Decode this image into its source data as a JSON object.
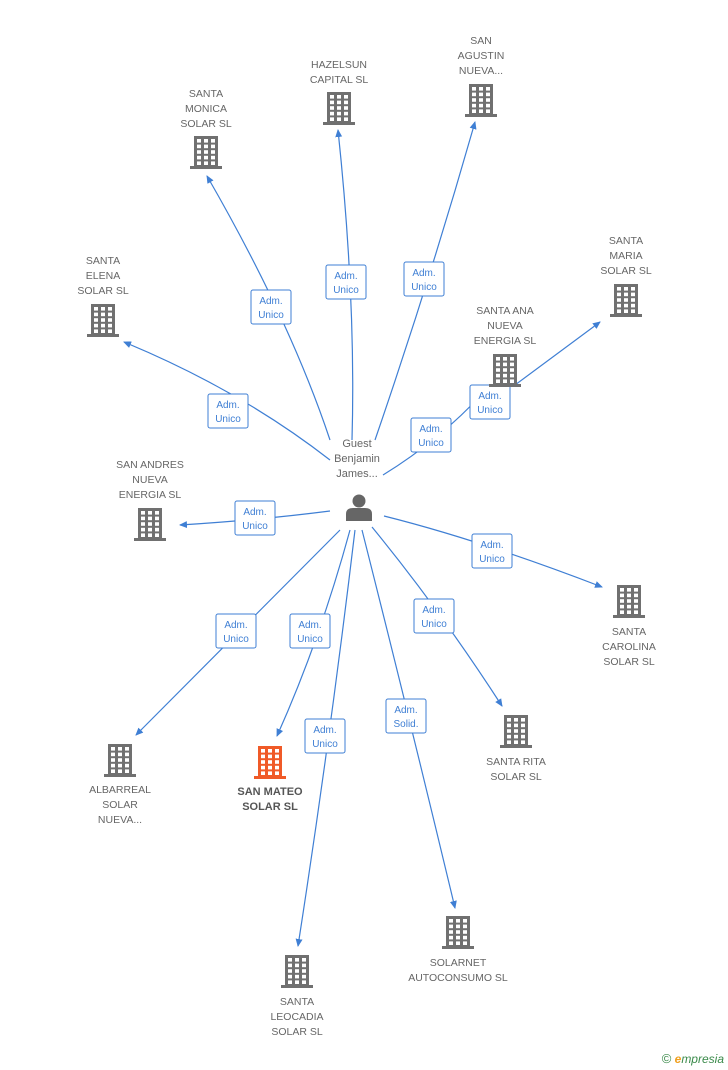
{
  "center": {
    "name_lines": [
      "Guest",
      "Benjamin",
      "James..."
    ],
    "icon": "person-icon"
  },
  "colors": {
    "edge": "#3f7fd4",
    "building": "#707070",
    "focus_building": "#f05a28",
    "label": "#666666"
  },
  "nodes": [
    {
      "id": "hazelsun",
      "lines": [
        "HAZELSUN",
        "CAPITAL SL"
      ],
      "focus": false,
      "relation": [
        "Adm.",
        "Unico"
      ]
    },
    {
      "id": "san-agustin",
      "lines": [
        "SAN",
        "AGUSTIN",
        "NUEVA..."
      ],
      "focus": false,
      "relation": [
        "Adm.",
        "Unico"
      ]
    },
    {
      "id": "santa-monica",
      "lines": [
        "SANTA",
        "MONICA",
        "SOLAR SL"
      ],
      "focus": false,
      "relation": [
        "Adm.",
        "Unico"
      ]
    },
    {
      "id": "santa-maria",
      "lines": [
        "SANTA",
        "MARIA",
        "SOLAR SL"
      ],
      "focus": false,
      "relation": [
        "Adm.",
        "Unico"
      ]
    },
    {
      "id": "santa-elena",
      "lines": [
        "SANTA",
        "ELENA",
        "SOLAR SL"
      ],
      "focus": false,
      "relation": [
        "Adm.",
        "Unico"
      ]
    },
    {
      "id": "santa-ana",
      "lines": [
        "SANTA ANA",
        "NUEVA",
        "ENERGIA SL"
      ],
      "focus": false,
      "relation": [
        "Adm.",
        "Unico"
      ]
    },
    {
      "id": "san-andres",
      "lines": [
        "SAN ANDRES",
        "NUEVA",
        "ENERGIA SL"
      ],
      "focus": false,
      "relation": [
        "Adm.",
        "Unico"
      ]
    },
    {
      "id": "santa-carolina",
      "lines": [
        "SANTA",
        "CAROLINA",
        "SOLAR SL"
      ],
      "focus": false,
      "relation": [
        "Adm.",
        "Unico"
      ]
    },
    {
      "id": "santa-rita",
      "lines": [
        "SANTA RITA",
        "SOLAR SL"
      ],
      "focus": false,
      "relation": [
        "Adm.",
        "Unico"
      ]
    },
    {
      "id": "albarreal",
      "lines": [
        "ALBARREAL",
        "SOLAR",
        "NUEVA..."
      ],
      "focus": false,
      "relation": [
        "Adm.",
        "Unico"
      ]
    },
    {
      "id": "san-mateo",
      "lines": [
        "SAN MATEO",
        "SOLAR SL"
      ],
      "focus": true,
      "relation": [
        "Adm.",
        "Unico"
      ]
    },
    {
      "id": "santa-leocadia",
      "lines": [
        "SANTA",
        "LEOCADIA",
        "SOLAR SL"
      ],
      "focus": false,
      "relation": [
        "Adm.",
        "Unico"
      ]
    },
    {
      "id": "solarnet",
      "lines": [
        "SOLARNET",
        "AUTOCONSUMO SL"
      ],
      "focus": false,
      "relation": [
        "Adm.",
        "Solid."
      ]
    }
  ],
  "footer": {
    "copyright": "©",
    "brand_initial": "e",
    "brand_rest": "mpresia"
  }
}
